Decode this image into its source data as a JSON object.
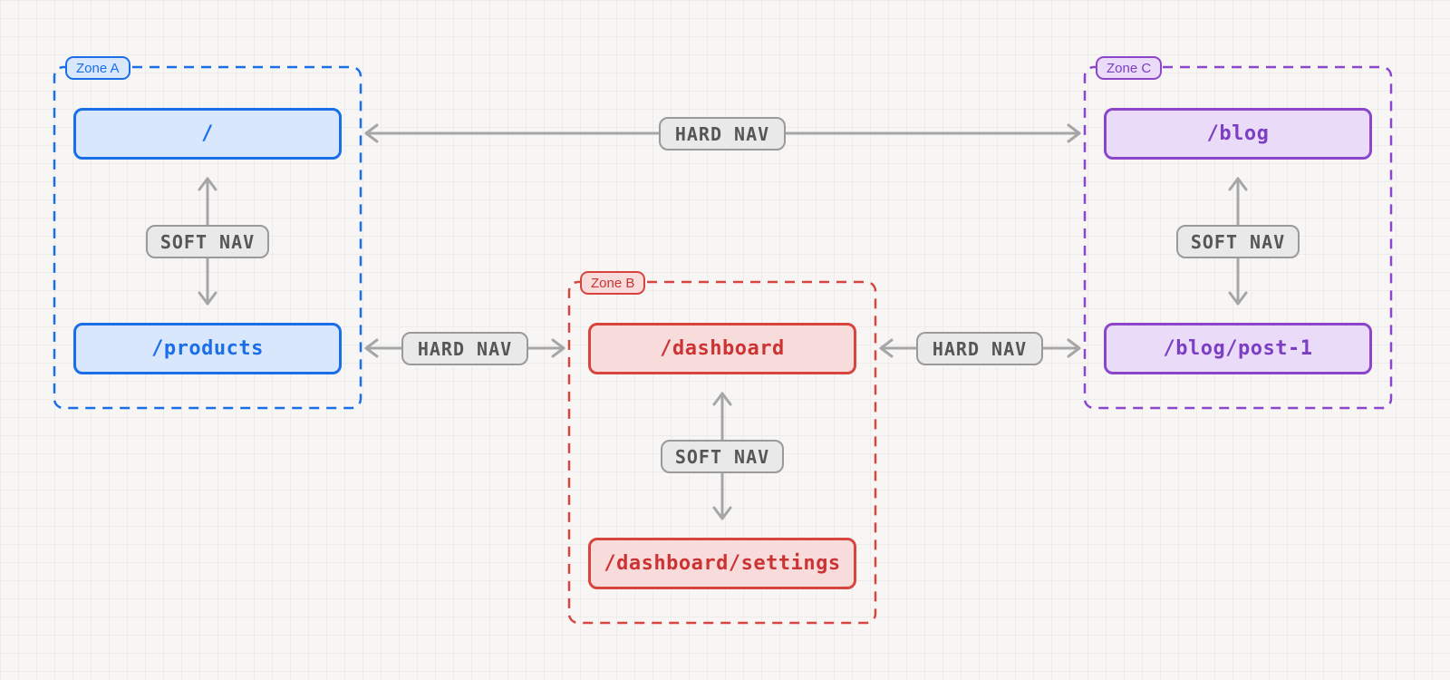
{
  "diagram": {
    "title": "",
    "zones": [
      {
        "name": "Zone A",
        "theme": "blue",
        "border_color": "#1a6ee8",
        "fill_color": "#d9e7fc",
        "routes": [
          "/",
          "/products"
        ],
        "internal_nav_label": "SOFT NAV"
      },
      {
        "name": "Zone B",
        "theme": "red",
        "border_color": "#d8453e",
        "fill_color": "#f8dcdc",
        "routes": [
          "/dashboard",
          "/dashboard/settings"
        ],
        "internal_nav_label": "SOFT NAV"
      },
      {
        "name": "Zone C",
        "theme": "purple",
        "border_color": "#8b46cc",
        "fill_color": "#eadcf8",
        "routes": [
          "/blog",
          "/blog/post-1"
        ],
        "internal_nav_label": "SOFT NAV"
      }
    ],
    "cross_zone_nav": [
      {
        "label": "HARD NAV",
        "from": "/",
        "to": "/blog"
      },
      {
        "label": "HARD NAV",
        "from": "/products",
        "to": "/dashboard"
      },
      {
        "label": "HARD NAV",
        "from": "/dashboard",
        "to": "/blog/post-1"
      }
    ],
    "colors": {
      "background": "#f7f6f5",
      "grid_line": "#edecea",
      "arrow": "#a6a6a6",
      "nav_pill_fill": "#e9e9e9",
      "nav_pill_border": "#9a9a9a",
      "nav_pill_text": "#565656"
    }
  }
}
